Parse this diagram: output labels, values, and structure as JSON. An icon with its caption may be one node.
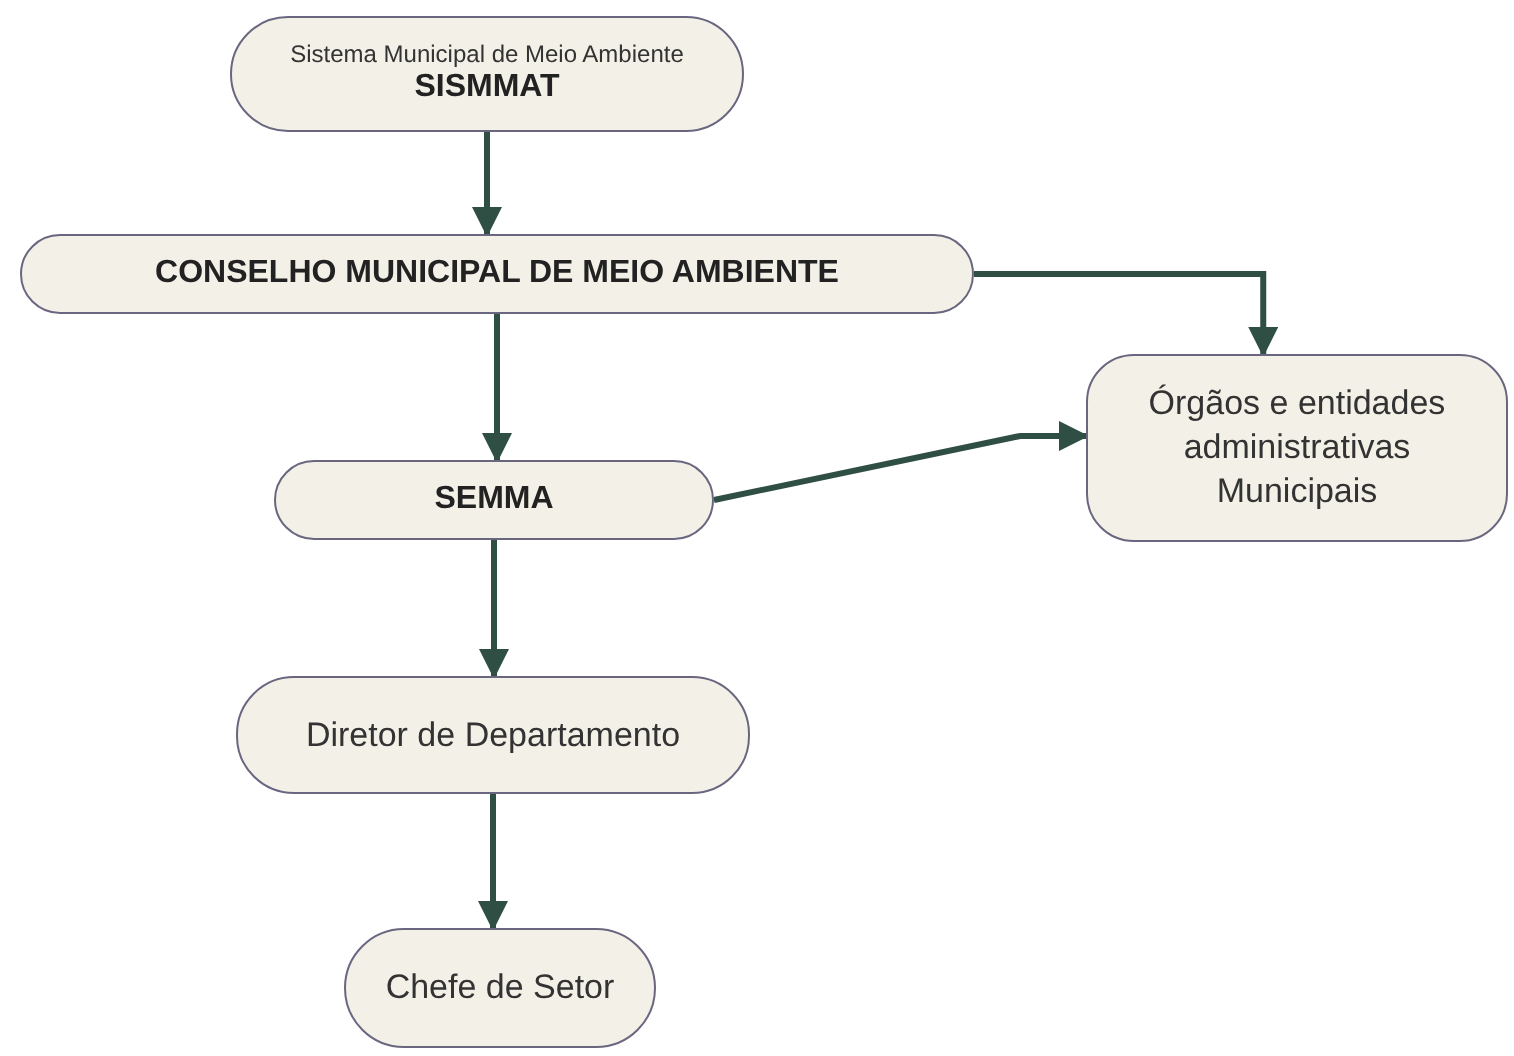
{
  "diagram": {
    "nodes": [
      {
        "text": [
          "Sistema Municipal de Meio Ambiente",
          "SISMMAT"
        ]
      },
      {
        "text": [
          "CONSELHO MUNICIPAL DE MEIO AMBIENTE"
        ]
      },
      {
        "text": [
          "SEMMA"
        ]
      },
      {
        "text": [
          "Órgãos e entidades administrativas Municipais"
        ]
      },
      {
        "text": [
          "Diretor de Departamento"
        ]
      },
      {
        "text": [
          "Chefe de Setor"
        ]
      }
    ],
    "edges": [
      {
        "from": 0,
        "to": 1,
        "arrow": "to"
      },
      {
        "from": 1,
        "to": 2,
        "arrow": "to"
      },
      {
        "from": 1,
        "to": 3,
        "arrow": "to"
      },
      {
        "from": 2,
        "to": 3,
        "arrow": "to"
      },
      {
        "from": 2,
        "to": 4,
        "arrow": "to"
      },
      {
        "from": 4,
        "to": 5,
        "arrow": "to"
      }
    ]
  }
}
